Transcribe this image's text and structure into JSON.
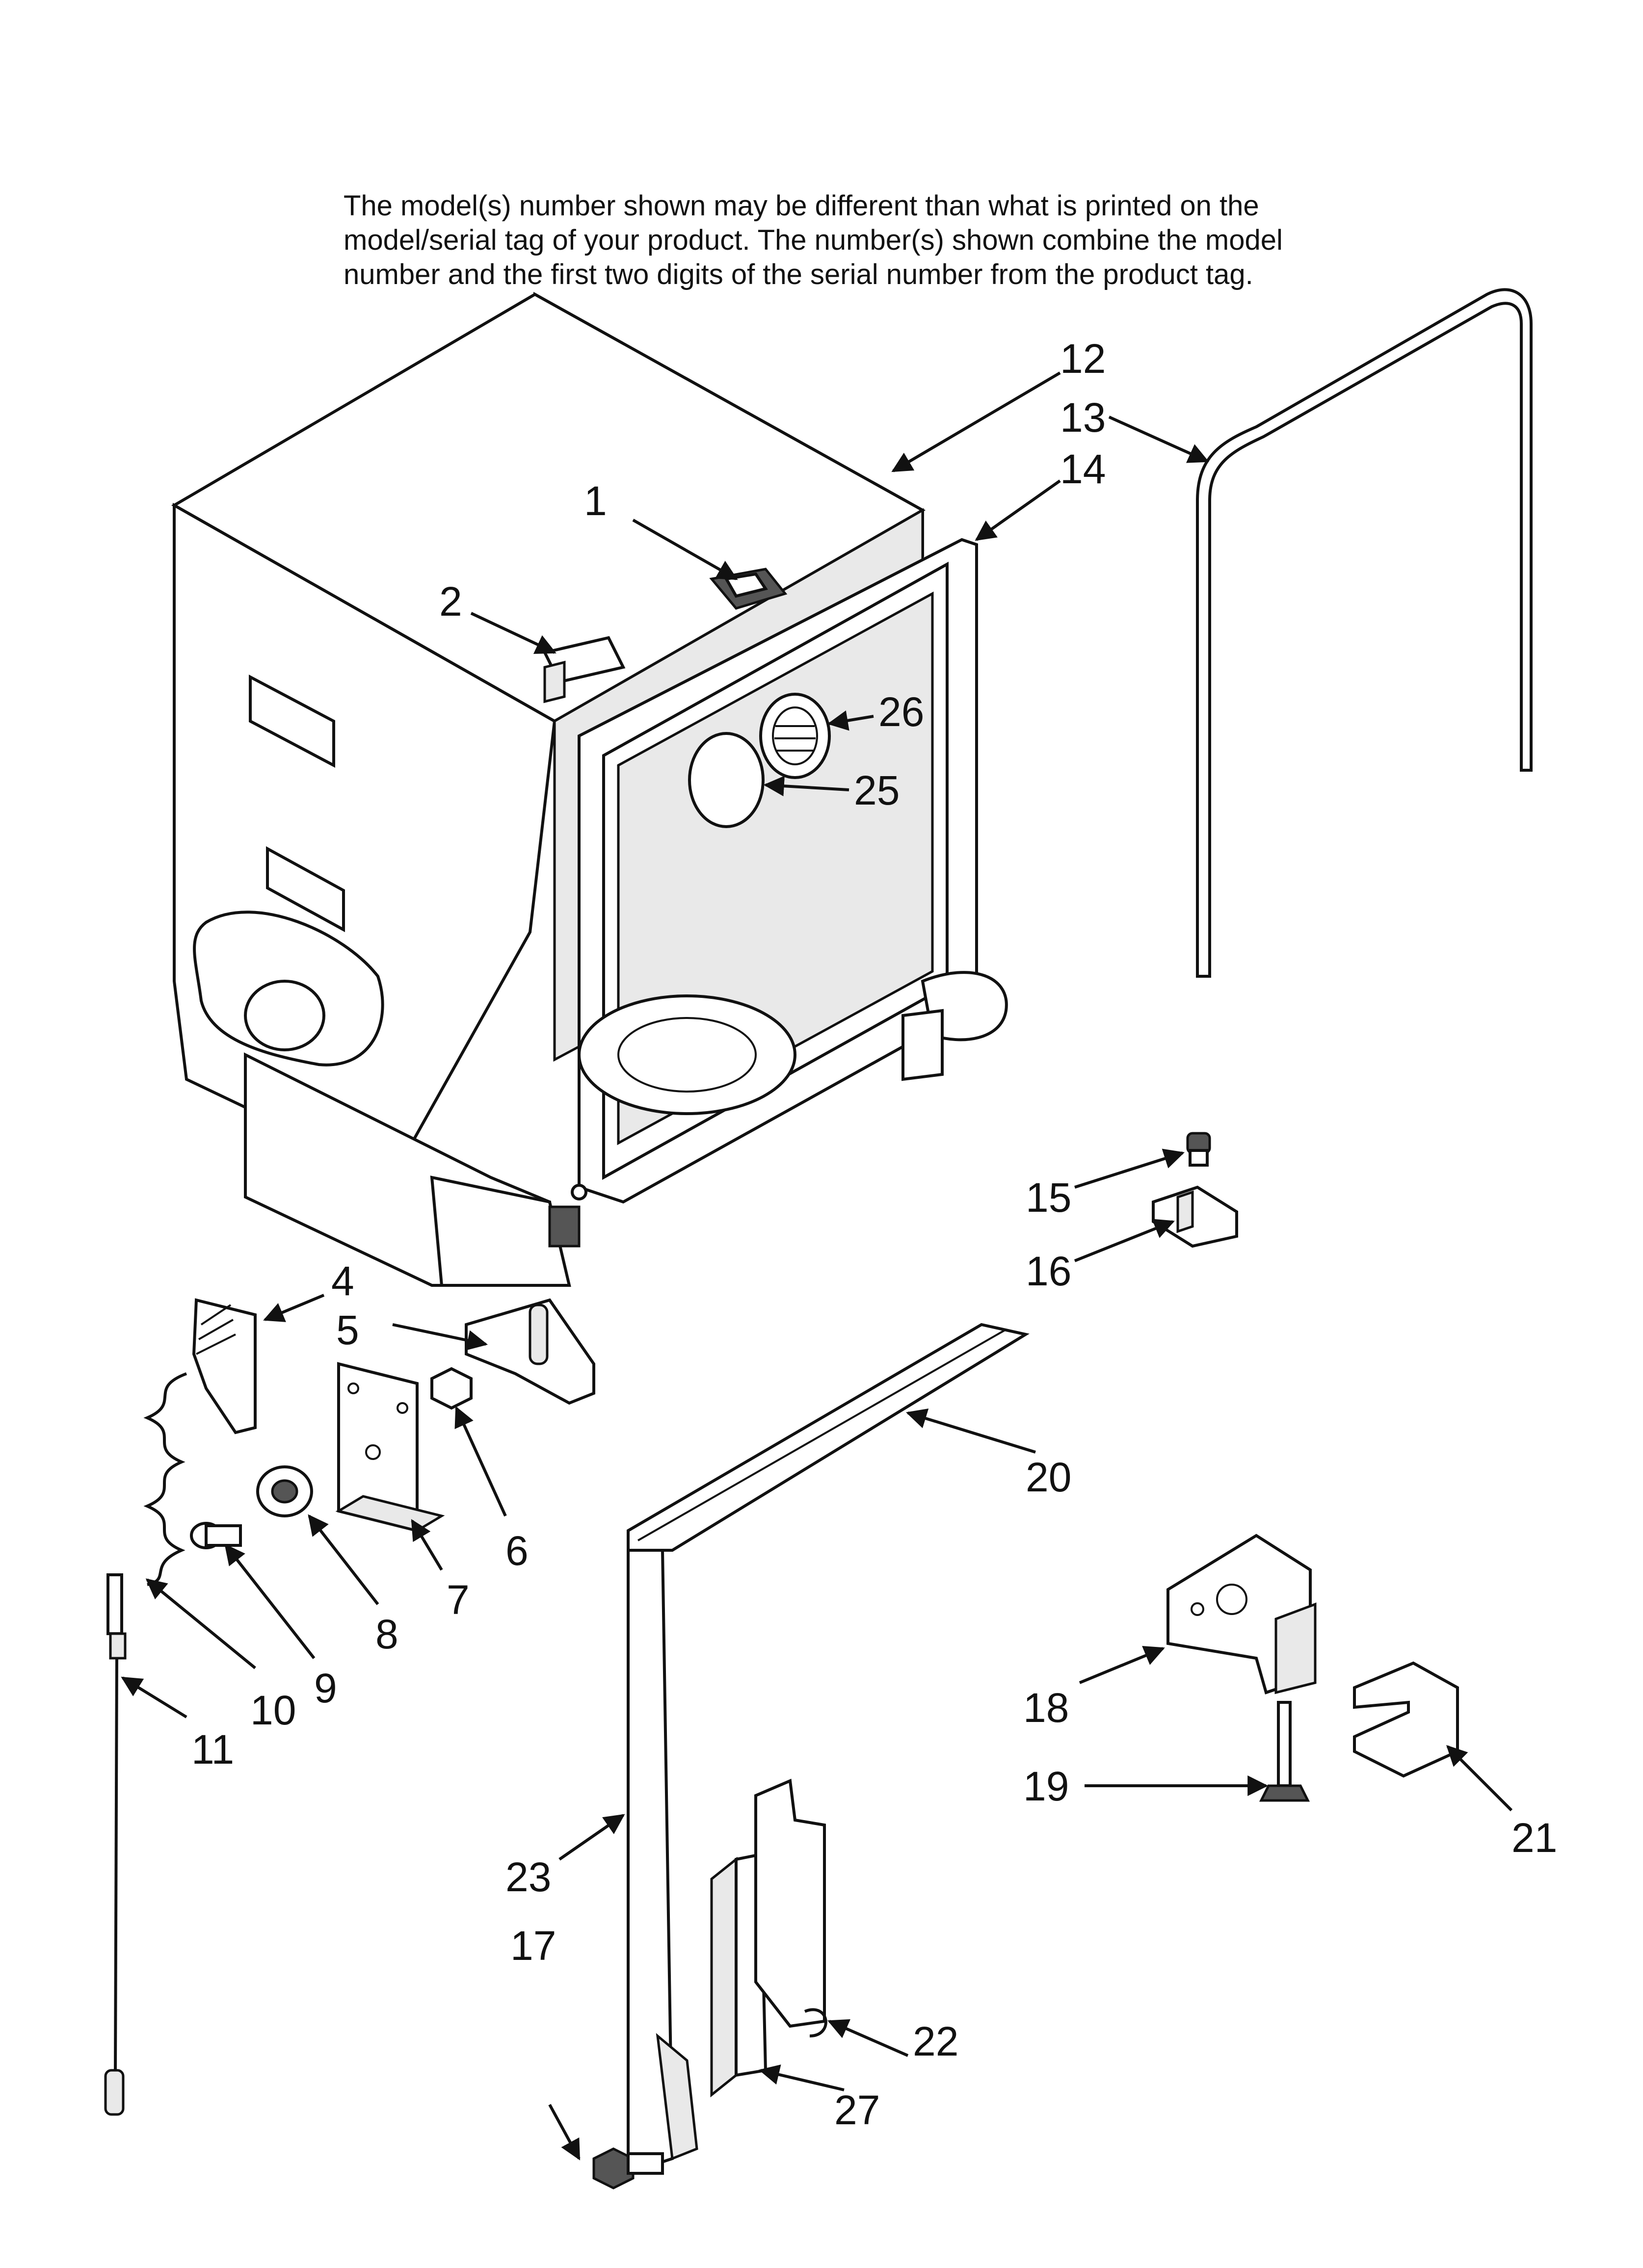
{
  "note": {
    "line1": "The model(s) number shown may be different than what is printed on the",
    "line2": "model/serial tag of your product. The number(s) shown combine the model",
    "line3": "number and the first two digits of the serial number from the product tag."
  },
  "callouts": {
    "c1": "1",
    "c2": "2",
    "c4": "4",
    "c5": "5",
    "c6": "6",
    "c7": "7",
    "c8": "8",
    "c9": "9",
    "c10": "10",
    "c11": "11",
    "c12": "12",
    "c13": "13",
    "c14": "14",
    "c15": "15",
    "c16": "16",
    "c17": "17",
    "c18": "18",
    "c19": "19",
    "c20": "20",
    "c21": "21",
    "c22": "22",
    "c23": "23",
    "c25": "25",
    "c26": "26",
    "c27": "27"
  }
}
